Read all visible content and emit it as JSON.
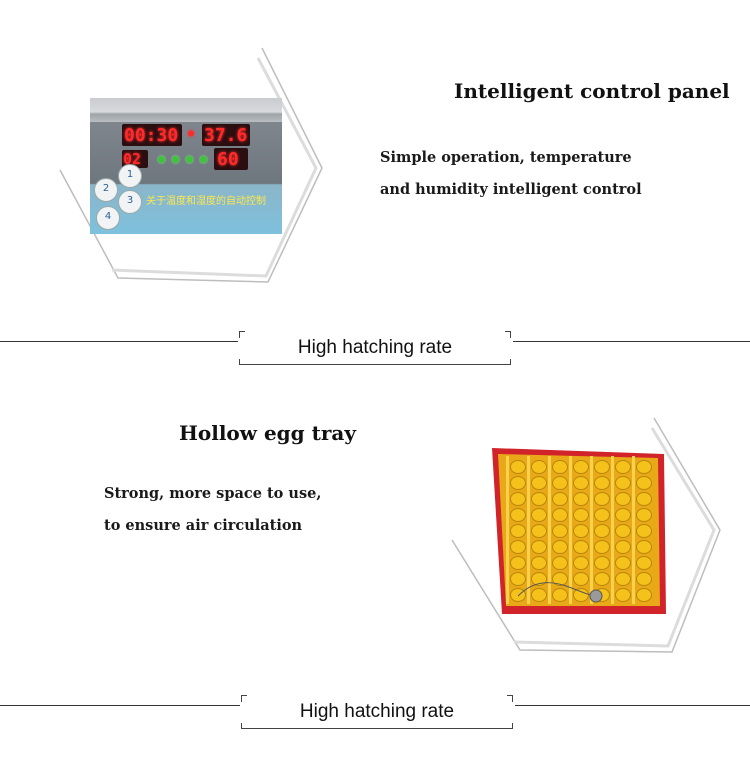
{
  "section_one": {
    "title": "Intelligent control panel",
    "lines": [
      "Simple operation, temperature",
      "and humidity intelligent control"
    ],
    "image_alt": "control-panel-photo",
    "panel": {
      "timer": "00:30",
      "temperature": "37.6",
      "mode": "02",
      "humidity": "60",
      "buttons": [
        "1",
        "2",
        "3",
        "4"
      ],
      "chinese_caption": "关于温度和湿度的自动控制"
    }
  },
  "banner_one": {
    "label": "High hatching rate"
  },
  "section_two": {
    "title": "Hollow egg tray",
    "lines": [
      "Strong, more space to use,",
      "to ensure air circulation"
    ],
    "image_alt": "egg-tray-photo"
  },
  "banner_two": {
    "label": "High hatching rate"
  },
  "colors": {
    "frame_stroke": "#bdbdbd",
    "tray_red": "#d1232a",
    "tray_yellow": "#f5c21b",
    "display_red": "#ff2a2a",
    "banner_line": "#333333"
  }
}
